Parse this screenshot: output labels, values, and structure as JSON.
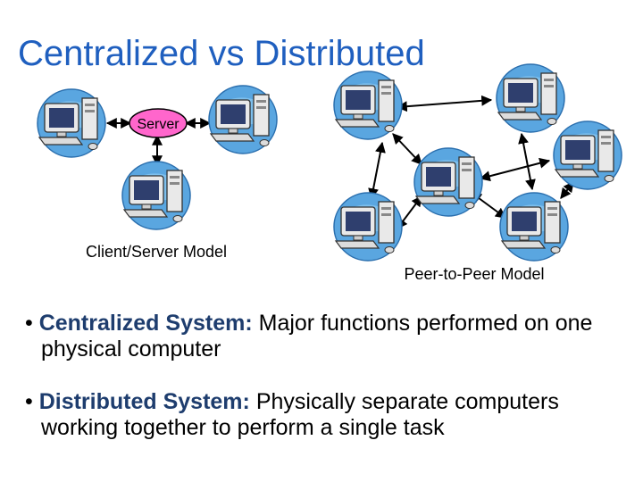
{
  "title": "Centralized vs Distributed",
  "client_server": {
    "server_label": "Server",
    "caption": "Client/Server Model"
  },
  "peer_to_peer": {
    "caption": "Peer-to-Peer Model"
  },
  "icons": {
    "computer": "computer-icon"
  },
  "colors": {
    "title": "#1f5fbf",
    "server_highlight": "#ff66cc",
    "globe": "#5aa6e0"
  },
  "bullets": [
    {
      "term": "Centralized System:",
      "text": " Major functions performed on one physical computer"
    },
    {
      "term": "Distributed System:",
      "text": " Physically separate computers working together to perform a single task"
    }
  ]
}
